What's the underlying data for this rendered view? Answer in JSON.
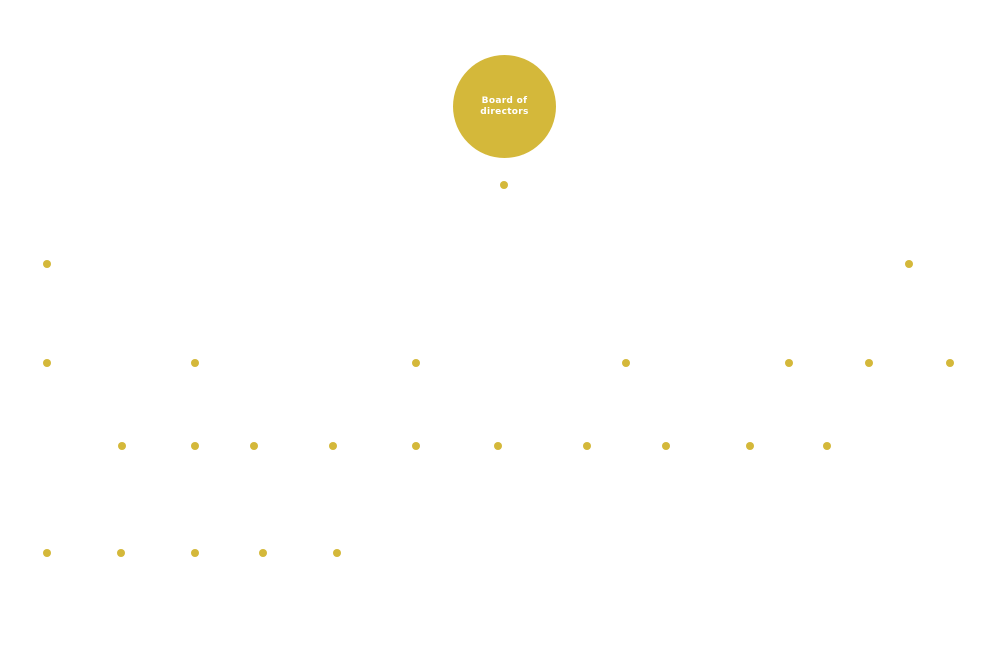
{
  "colors": {
    "node": "#D4B83A",
    "background": "#FFFFFF",
    "label_text": "#FFFFFF"
  },
  "root": {
    "label_line1": "Board of",
    "label_line2": "directors"
  },
  "nodes": [
    {
      "id": "n0",
      "level": 0
    },
    {
      "id": "n1",
      "level": 1
    },
    {
      "id": "n2",
      "level": 1
    },
    {
      "id": "n3",
      "level": 2
    },
    {
      "id": "n4",
      "level": 2
    },
    {
      "id": "n5",
      "level": 2
    },
    {
      "id": "n6",
      "level": 2
    },
    {
      "id": "n7",
      "level": 2
    },
    {
      "id": "n8",
      "level": 2
    },
    {
      "id": "n9",
      "level": 2
    },
    {
      "id": "n10",
      "level": 3
    },
    {
      "id": "n11",
      "level": 3
    },
    {
      "id": "n12",
      "level": 3
    },
    {
      "id": "n13",
      "level": 3
    },
    {
      "id": "n14",
      "level": 3
    },
    {
      "id": "n15",
      "level": 3
    },
    {
      "id": "n16",
      "level": 3
    },
    {
      "id": "n17",
      "level": 3
    },
    {
      "id": "n18",
      "level": 3
    },
    {
      "id": "n19",
      "level": 3
    },
    {
      "id": "n20",
      "level": 4
    },
    {
      "id": "n21",
      "level": 4
    },
    {
      "id": "n22",
      "level": 4
    },
    {
      "id": "n23",
      "level": 4
    },
    {
      "id": "n24",
      "level": 4
    }
  ]
}
